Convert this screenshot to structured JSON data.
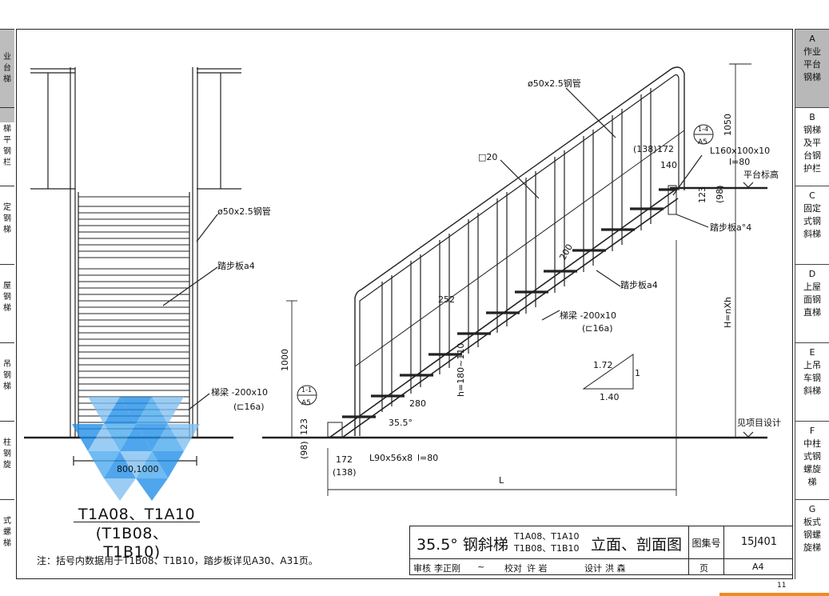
{
  "left_strip": [
    "业台梯",
    "梯平钢栏",
    "定钢梯",
    "屋钢梯",
    "吊钢梯",
    "柱钢旋",
    "式螺梯"
  ],
  "tabs": [
    {
      "letter": "A",
      "lines": [
        "作业",
        "平台",
        "钢梯"
      ],
      "active": true
    },
    {
      "letter": "B",
      "lines": [
        "钢梯",
        "及平",
        "台钢",
        "护栏"
      ],
      "active": false
    },
    {
      "letter": "C",
      "lines": [
        "固定",
        "式钢",
        "斜梯"
      ],
      "active": false
    },
    {
      "letter": "D",
      "lines": [
        "上屋",
        "面钢",
        "直梯"
      ],
      "active": false
    },
    {
      "letter": "E",
      "lines": [
        "上吊",
        "车钢",
        "斜梯"
      ],
      "active": false
    },
    {
      "letter": "F",
      "lines": [
        "中柱",
        "式钢",
        "螺旋",
        "梯"
      ],
      "active": false
    },
    {
      "letter": "G",
      "lines": [
        "板式",
        "钢螺",
        "旋梯"
      ],
      "active": false
    }
  ],
  "front_view": {
    "pipe_label": "ø50x2.5钢管",
    "tread_label": "踏步板a4",
    "beam_label": "梯梁 -200x10",
    "beam_alt": "(⊏16a)",
    "width_label": "800,1000",
    "model_line1": "T1A08、T1A10",
    "model_line2": "(T1B08、T1B10)"
  },
  "side_view": {
    "pipe_label": "ø50x2.5钢管",
    "baluster_label": "□20",
    "angle_top_label": "L160x100x10",
    "angle_top_len": "l=80",
    "platform_label": "平台标高",
    "tread_plate_label": "踏步板a°4",
    "tread_label": "踏步板a4",
    "beam_label": "梯梁 -200x10",
    "beam_alt": "(⊏16a)",
    "dim_1050": "1050",
    "dim_h": "H=nXh",
    "dim_1000": "1000",
    "dim_252": "252",
    "dim_280": "280",
    "dim_h_range": "h=180~110",
    "dim_200": "200",
    "dim_123_top": "123",
    "dim_98_top": "(98)",
    "dim_138_top": "(138)",
    "dim_172_top": "172",
    "dim_140": "140",
    "dim_123_bot": "123",
    "dim_98_bot": "(98)",
    "dim_172_bot": "172",
    "dim_138_bot": "(138)",
    "angle_bot_label": "L90x56x8",
    "angle_bot_len": "l=80",
    "angle_deg": "35.5°",
    "dim_L": "L",
    "slope_a": "1.72",
    "slope_b": "1",
    "slope_c": "1.40",
    "ground_label": "见项目设计",
    "detail_top": "A5",
    "detail_top_num": "1-4",
    "detail_bot": "A5",
    "detail_bot_num": "1-1"
  },
  "title_block": {
    "title": "35.5° 钢斜梯",
    "codes_line1": "T1A08、T1A10",
    "codes_line2": "T1B08、T1B10",
    "view": "立面、剖面图",
    "atlas_label": "图集号",
    "atlas_no": "15J401",
    "page_label": "页",
    "page_no": "A4",
    "review": "审核",
    "reviewer": "李正刚",
    "check": "校对",
    "checker": "许 岩",
    "design": "设计",
    "designer": "洪 森"
  },
  "note": "注：括号内数据用于T1B08、T1B10，踏步板详见A30、A31页。",
  "page_footer": "11"
}
